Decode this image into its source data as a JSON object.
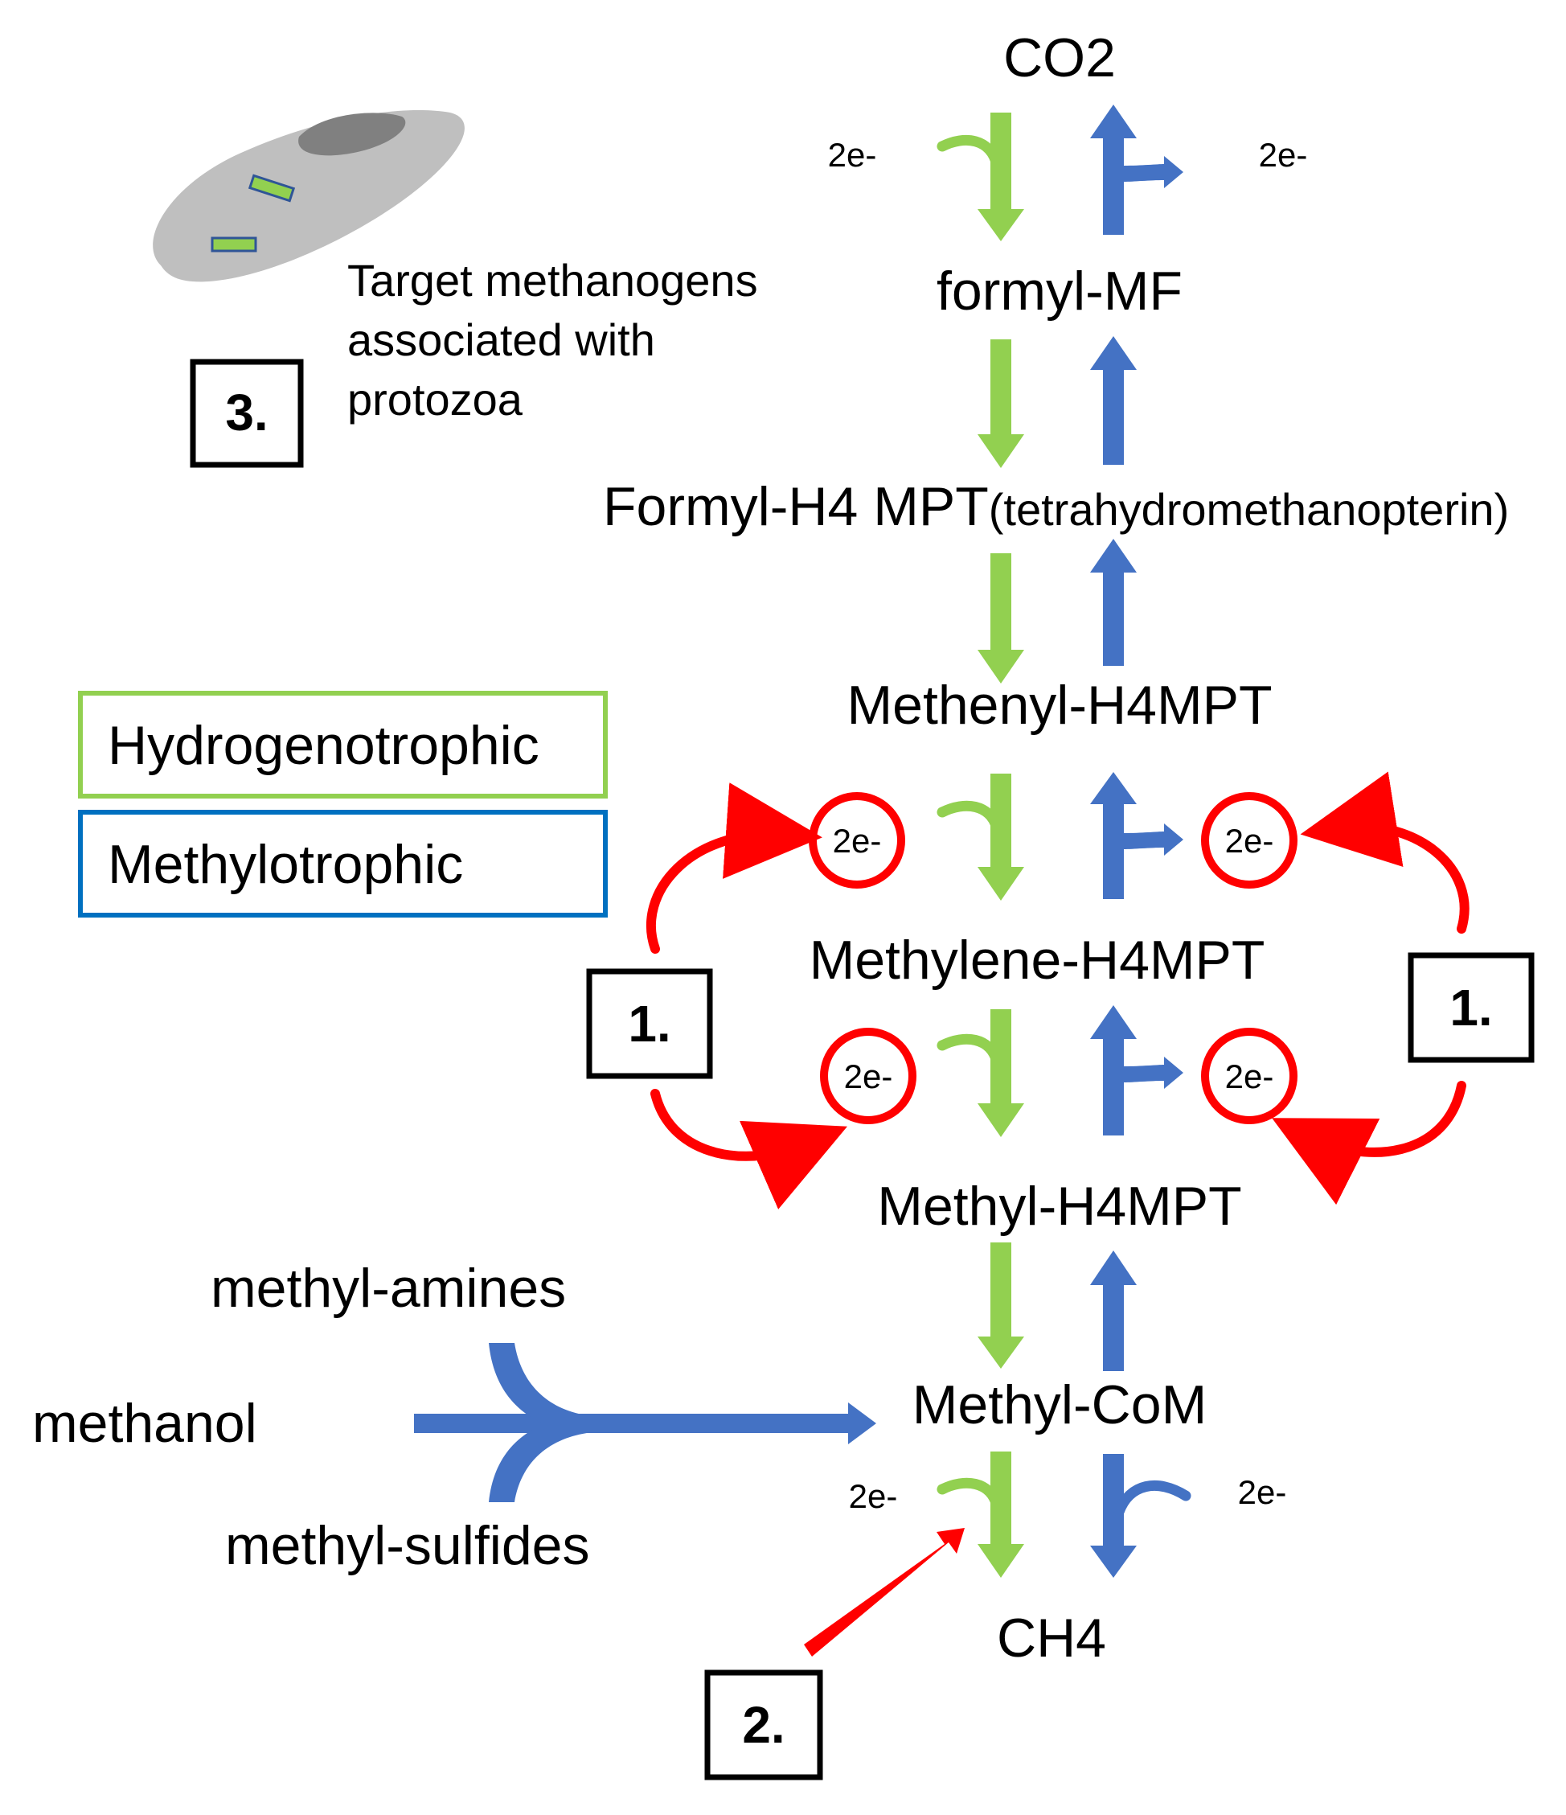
{
  "pathway": {
    "co2": "CO2",
    "formyl_mf": "formyl-MF",
    "formyl_h4mpt": "Formyl-H4 MPT",
    "formyl_h4mpt_note": "(tetrahydromethanopterin)",
    "methenyl": "Methenyl-H4MPT",
    "methylene": "Methylene-H4MPT",
    "methyl_h4mpt": "Methyl-H4MPT",
    "methyl_com": "Methyl-CoM",
    "ch4": "CH4"
  },
  "electrons": {
    "top_left": "2e-",
    "top_right": "2e-",
    "m1_left": "2e-",
    "m1_right": "2e-",
    "m2_left": "2e-",
    "m2_right": "2e-",
    "bottom_left": "2e-",
    "bottom_right": "2e-"
  },
  "substrates": {
    "methyl_amines": "methyl-amines",
    "methanol": "methanol",
    "methyl_sulfides": "methyl-sulfides"
  },
  "legend": {
    "hydrogenotrophic": "Hydrogenotrophic",
    "methylotrophic": "Methylotrophic"
  },
  "targets": {
    "target1_left": "1.",
    "target1_right": "1.",
    "target2": "2.",
    "target3": "3.",
    "protozoa_line1": "Target methanogens",
    "protozoa_line2": "associated with",
    "protozoa_line3": "protozoa"
  },
  "colors": {
    "hydrogenotrophic": "#92d050",
    "methylotrophic": "#4472c4",
    "inhibition": "#ff0000",
    "legend_green_border": "#92d050",
    "legend_blue_border": "#0070c0",
    "protozoa_body": "#bfbfbf",
    "protozoa_nucleus": "#808080"
  }
}
